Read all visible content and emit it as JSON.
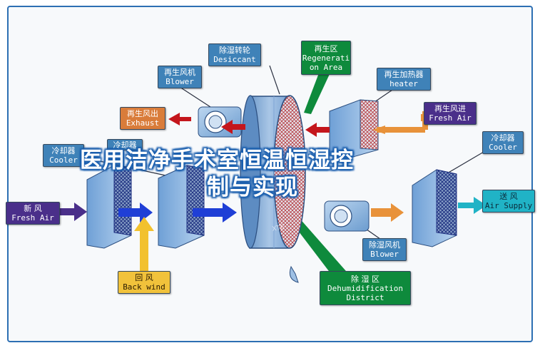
{
  "headline": {
    "line1": "医用洁净手术室恒温恒湿控",
    "line2": "制与实现"
  },
  "labels": {
    "desiccant": {
      "zh": "除湿转轮",
      "en": "Desiccant"
    },
    "regen_area": {
      "zh": "再生区",
      "en1": "Regenerati",
      "en2": "on Area"
    },
    "regen_blower": {
      "zh": "再生风机",
      "en": "Blower"
    },
    "regen_heater": {
      "zh": "再生加热器",
      "en": "heater"
    },
    "exhaust": {
      "zh": "再生风出",
      "en": "Exhaust"
    },
    "regen_fresh_air": {
      "zh": "再生风进",
      "en": "Fresh Air"
    },
    "cooler_left": {
      "zh": "冷却器",
      "en": "Cooler"
    },
    "cooler_left2_partial": {
      "zh": "冷却器"
    },
    "cooler_right": {
      "zh": "冷却器",
      "en": "Cooler"
    },
    "fresh_air": {
      "zh": "新    风",
      "en": "Fresh Air"
    },
    "air_supply": {
      "zh": "送  风",
      "en": "Air Supply"
    },
    "dehum_blower": {
      "zh": "除湿风机",
      "en": "Blower"
    },
    "back_wind": {
      "zh": "回    风",
      "en": "Back wind"
    },
    "dehum_district": {
      "zh": "除    湿    区",
      "en1": "Dehumidification",
      "en2": "District"
    }
  },
  "watermark": "XTE",
  "colors": {
    "frame": "#2d6fb3",
    "label_blue": "#3f82b8",
    "label_cyan": "#20b3c6",
    "label_purple": "#4a2f8a",
    "label_orange": "#d97c3a",
    "label_yellow": "#f1c23b",
    "label_green": "#0e8a3c",
    "arrow_red": "#c4161c",
    "arrow_blue": "#1f3fd6",
    "arrow_orange": "#e8923a",
    "arrow_yellow": "#f2c12e"
  }
}
